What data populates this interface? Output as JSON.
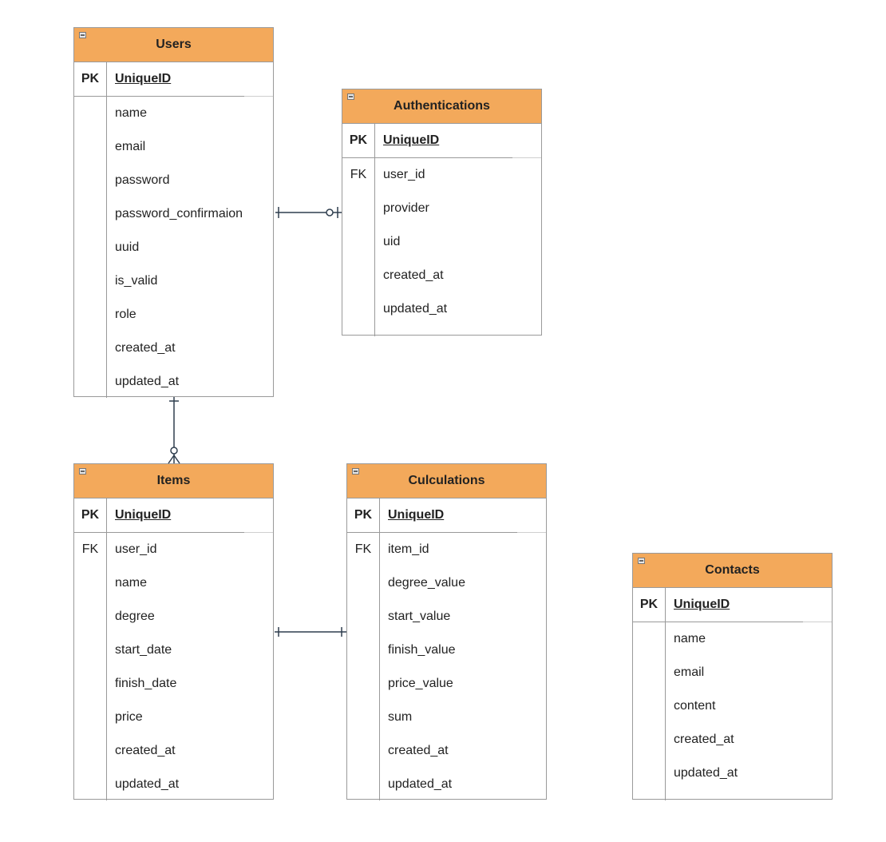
{
  "entities": {
    "users": {
      "title": "Users",
      "pk_label": "PK",
      "pk_field": "UniqueID",
      "fields": [
        "name",
        "email",
        "password",
        "password_confirmaion",
        "uuid",
        "is_valid",
        "role",
        "created_at",
        "updated_at"
      ]
    },
    "authentications": {
      "title": "Authentications",
      "pk_label": "PK",
      "pk_field": "UniqueID",
      "fk_label": "FK",
      "fields": [
        "user_id",
        "provider",
        "uid",
        "created_at",
        "updated_at"
      ]
    },
    "items": {
      "title": "Items",
      "pk_label": "PK",
      "pk_field": "UniqueID",
      "fk_label": "FK",
      "fields": [
        "user_id",
        "name",
        "degree",
        "start_date",
        "finish_date",
        "price",
        "created_at",
        "updated_at"
      ]
    },
    "culculations": {
      "title": "Culculations",
      "pk_label": "PK",
      "pk_field": "UniqueID",
      "fk_label": "FK",
      "fields": [
        "item_id",
        "degree_value",
        "start_value",
        "finish_value",
        "price_value",
        "sum",
        "created_at",
        "updated_at"
      ]
    },
    "contacts": {
      "title": "Contacts",
      "pk_label": "PK",
      "pk_field": "UniqueID",
      "fields": [
        "name",
        "email",
        "content",
        "created_at",
        "updated_at"
      ]
    }
  },
  "relationships": [
    {
      "from": "Users",
      "to": "Authentications",
      "from_end": "one",
      "to_end": "zero-or-one"
    },
    {
      "from": "Users",
      "to": "Items",
      "from_end": "one",
      "to_end": "zero-or-many"
    },
    {
      "from": "Items",
      "to": "Culculations",
      "from_end": "one",
      "to_end": "one"
    }
  ],
  "colors": {
    "header": "#f3a95b",
    "border": "#9a9a9a",
    "connector": "#2f3e4e"
  }
}
